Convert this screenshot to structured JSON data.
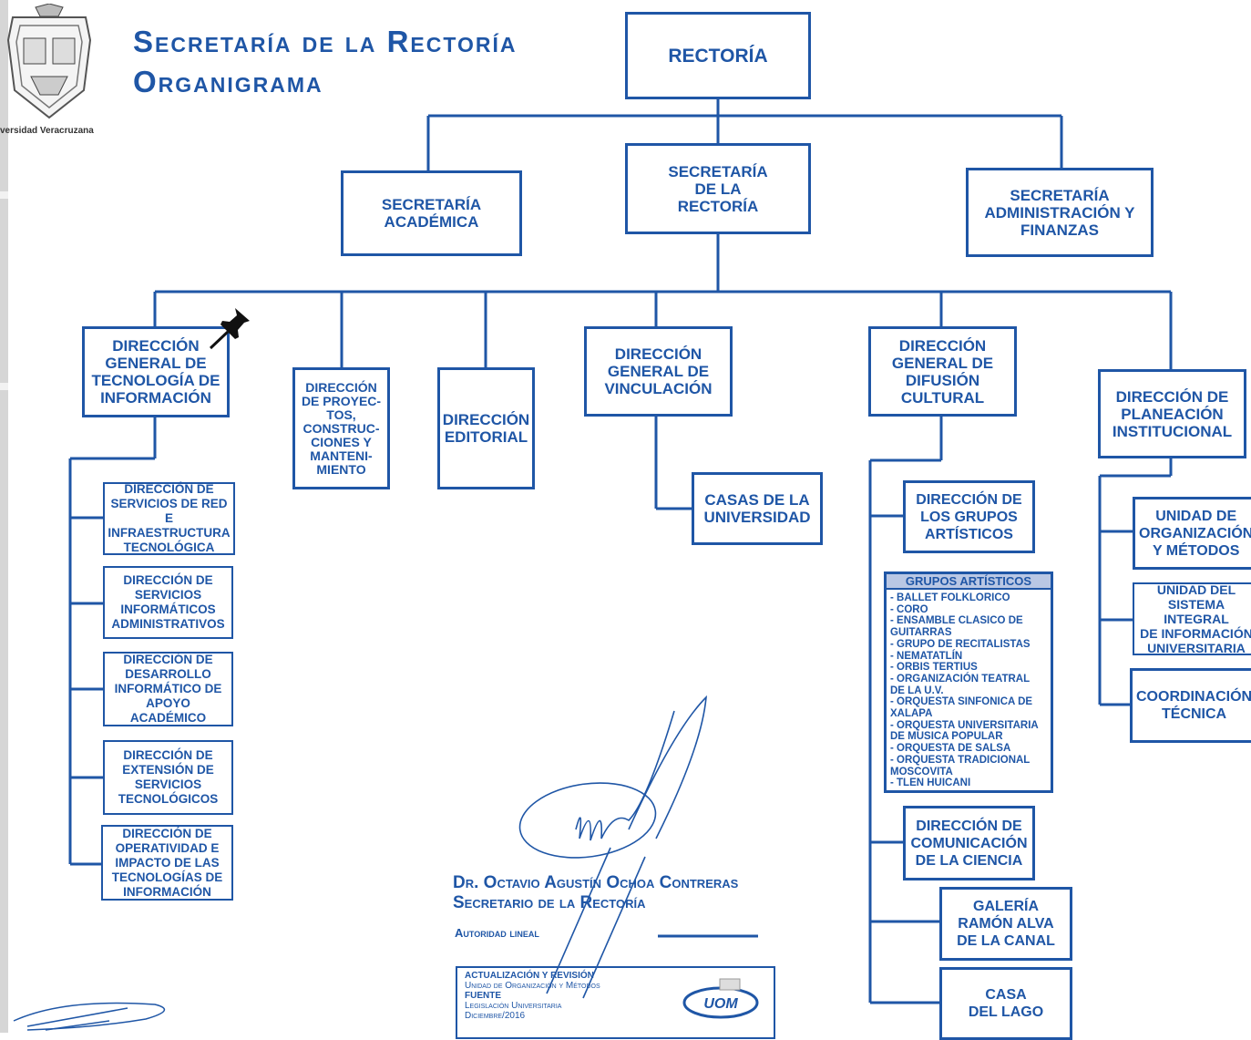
{
  "header": {
    "title_line1": "Secretaría de la Rectoría",
    "title_line2": "Organigrama",
    "logo_caption": "versidad Veracruzana"
  },
  "nodes": {
    "rectoria": "RECTORÍA",
    "sec_academica": "SECRETARÍA\nACADÉMICA",
    "sec_rectoria": "SECRETARÍA\nDE LA\nRECTORÍA",
    "sec_admin": "SECRETARÍA\nADMINISTRACIÓN Y\nFINANZAS",
    "dg_tecnologia": "DIRECCIÓN\nGENERAL DE\nTECNOLOGÍA DE\nINFORMACIÓN",
    "dir_proyectos": "DIRECCIÓN\nDE PROYEC-\nTOS,\nCONSTRUC-\nCIONES Y\nMANTENI-\nMIENTO",
    "dir_editorial": "DIRECCIÓN\nEDITORIAL",
    "dg_vinculacion": "DIRECCIÓN\nGENERAL DE\nVINCULACIÓN",
    "dg_difusion": "DIRECCIÓN\nGENERAL DE\nDIFUSIÓN\nCULTURAL",
    "dir_planeacion": "DIRECCIÓN DE\nPLANEACIÓN\nINSTITUCIONAL",
    "casas_universidad": "CASAS DE LA\nUNIVERSIDAD",
    "ti_servicios_red": "DIRECCIÓN DE\nSERVICIOS DE RED\nE INFRAESTRUCTURA\nTECNOLÓGICA",
    "ti_servicios_admin": "DIRECCIÓN DE\nSERVICIOS\nINFORMÁTICOS\nADMINISTRATIVOS",
    "ti_desarrollo": "DIRECCIÓN DE\nDESARROLLO\nINFORMÁTICO DE\nAPOYO ACADÉMICO",
    "ti_extension": "DIRECCIÓN DE\nEXTENSIÓN DE\nSERVICIOS\nTECNOLÓGICOS",
    "ti_operatividad": "DIRECCIÓN DE\nOPERATIVIDAD E\nIMPACTO DE LAS\nTECNOLOGÍAS DE\nINFORMACIÓN",
    "dc_grupos": "DIRECCIÓN DE\nLOS GRUPOS\nARTÍSTICOS",
    "dc_comunicacion": "DIRECCIÓN DE\nCOMUNICACIÓN\nDE LA CIENCIA",
    "dc_galeria": "GALERÍA\nRAMÓN ALVA\nDE LA CANAL",
    "dc_casa_lago": "CASA\nDEL LAGO",
    "pl_organizacion": "UNIDAD DE\nORGANIZACIÓN\nY MÉTODOS",
    "pl_sistema": "UNIDAD DEL\nSISTEMA INTEGRAL\nDE INFORMACIÓN\nUNIVERSITARIA",
    "pl_coordinacion": "COORDINACIÓN\nTÉCNICA"
  },
  "grupos_artisticos": {
    "heading": "GRUPOS ARTÍSTICOS",
    "items": [
      "- BALLET FOLKLORICO",
      "- CORO",
      "- ENSAMBLE CLASICO DE\n  GUITARRAS",
      "- GRUPO DE RECITALISTAS",
      "- NEMATATLÍN",
      "- ORBIS TERTIUS",
      "- ORGANIZACIÓN TEATRAL\n  DE LA U.V.",
      "- ORQUESTA SINFONICA DE\n  XALAPA",
      "- ORQUESTA UNIVERSITARIA\n  DE MUSICA POPULAR",
      "- ORQUESTA DE SALSA",
      "- ORQUESTA TRADICIONAL\n  MOSCOVITA",
      "- TLEN HUICANI"
    ]
  },
  "signature": {
    "name": "Dr. Octavio Agustín Ochoa Contreras",
    "role": "Secretario de la Rectoría",
    "legend": "Autoridad lineal"
  },
  "footer": {
    "line1": "ACTUALIZACIÓN Y REVISIÓN",
    "line2": "Unidad de Organización y Métodos",
    "line3": "FUENTE",
    "line4": "Legislación Universitaria",
    "line5": "Diciembre/2016",
    "logo_text": "UOM"
  },
  "colors": {
    "primary": "#1f56a6",
    "header_fill": "#b9c7e4"
  }
}
